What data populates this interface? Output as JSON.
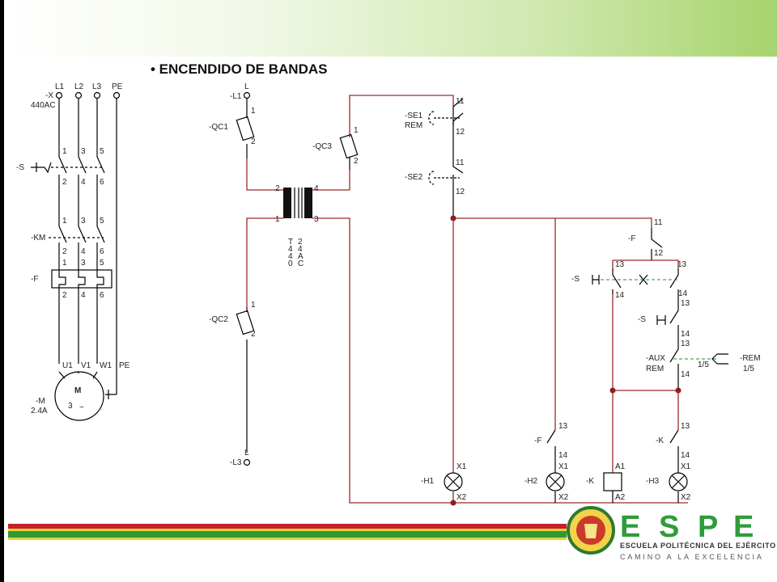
{
  "slide": {
    "title": "• ENCENDIDO DE BANDAS",
    "logo": {
      "letters": [
        "E",
        "S",
        "P",
        "E"
      ],
      "line1": "ESCUELA POLITÉCNICA DEL EJÉRCITO",
      "line2": "CAMINO A LA EXCELENCIA"
    },
    "colors": {
      "accent_green": "#a6d46d",
      "stripe_red": "#c8202a",
      "stripe_green": "#2e9a35",
      "stripe_yellow": "#e7d33a",
      "wire_red": "#9e2a2a"
    }
  },
  "power_circuit": {
    "phases": [
      "L1",
      "L2",
      "L3",
      "PE"
    ],
    "supply": [
      "-X",
      "440AC"
    ],
    "switch": "-S",
    "switch_terminals_top": [
      "1",
      "3",
      "5"
    ],
    "switch_terminals_bottom": [
      "2",
      "4",
      "6"
    ],
    "contactor": "-KM",
    "contactor_terminals_top": [
      "1",
      "3",
      "5"
    ],
    "contactor_terminals_bottom": [
      "2",
      "4",
      "6"
    ],
    "overload": "-F",
    "overload_terminals_top": [
      "1",
      "3",
      "5"
    ],
    "overload_terminals_bottom": [
      "2",
      "4",
      "6"
    ],
    "motor_terminals": [
      "U1",
      "V1",
      "W1",
      "PE"
    ],
    "motor": {
      "name": "M",
      "phases": "3",
      "symbol": "~",
      "tag": "-M",
      "current": "2.4A"
    }
  },
  "control_circuit": {
    "supply_top": [
      "L",
      "-L1"
    ],
    "supply_bottom": [
      "L",
      "-L3"
    ],
    "qc1": {
      "tag": "-QC1",
      "t1": "1",
      "t2": "2"
    },
    "qc2": {
      "tag": "-QC2",
      "t1": "1",
      "t2": "2"
    },
    "qc3": {
      "tag": "-QC3",
      "t1": "1",
      "t2": "2"
    },
    "transformer": {
      "terminals": [
        "2",
        "4",
        "1",
        "3"
      ],
      "rating_col1": [
        "T",
        "4",
        "4",
        "0"
      ],
      "rating_col2": [
        "2",
        "4",
        "A",
        "C"
      ]
    },
    "se1": {
      "tag": "-SE1",
      "sub": "REM",
      "t1": "11",
      "t2": "12"
    },
    "se2": {
      "tag": "-SE2",
      "t1": "11",
      "t2": "12"
    },
    "f_nc": {
      "tag": "-F",
      "t1": "11",
      "t2": "12"
    },
    "s_no": {
      "tag": "-S",
      "t1": "13",
      "t2": "14",
      "t3": "13",
      "t4": "14"
    },
    "s2_no": {
      "tag": "-S",
      "t1": "13",
      "t2": "14"
    },
    "aux": {
      "tag": "-AUX",
      "sub": "REM",
      "t1": "13",
      "t2": "14",
      "link": "1/5"
    },
    "rem": {
      "tag": "-REM",
      "sub": "1/5"
    },
    "f_no": {
      "tag": "-F",
      "t1": "13",
      "t2": "14"
    },
    "k_no": {
      "tag": "-K",
      "t1": "13",
      "t2": "14"
    },
    "h1": {
      "tag": "-H1",
      "x1": "X1",
      "x2": "X2"
    },
    "h2": {
      "tag": "-H2",
      "x1": "X1",
      "x2": "X2"
    },
    "k_coil": {
      "tag": "-K",
      "a1": "A1",
      "a2": "A2"
    },
    "h3": {
      "tag": "-H3",
      "x1": "X1",
      "x2": "X2"
    }
  }
}
